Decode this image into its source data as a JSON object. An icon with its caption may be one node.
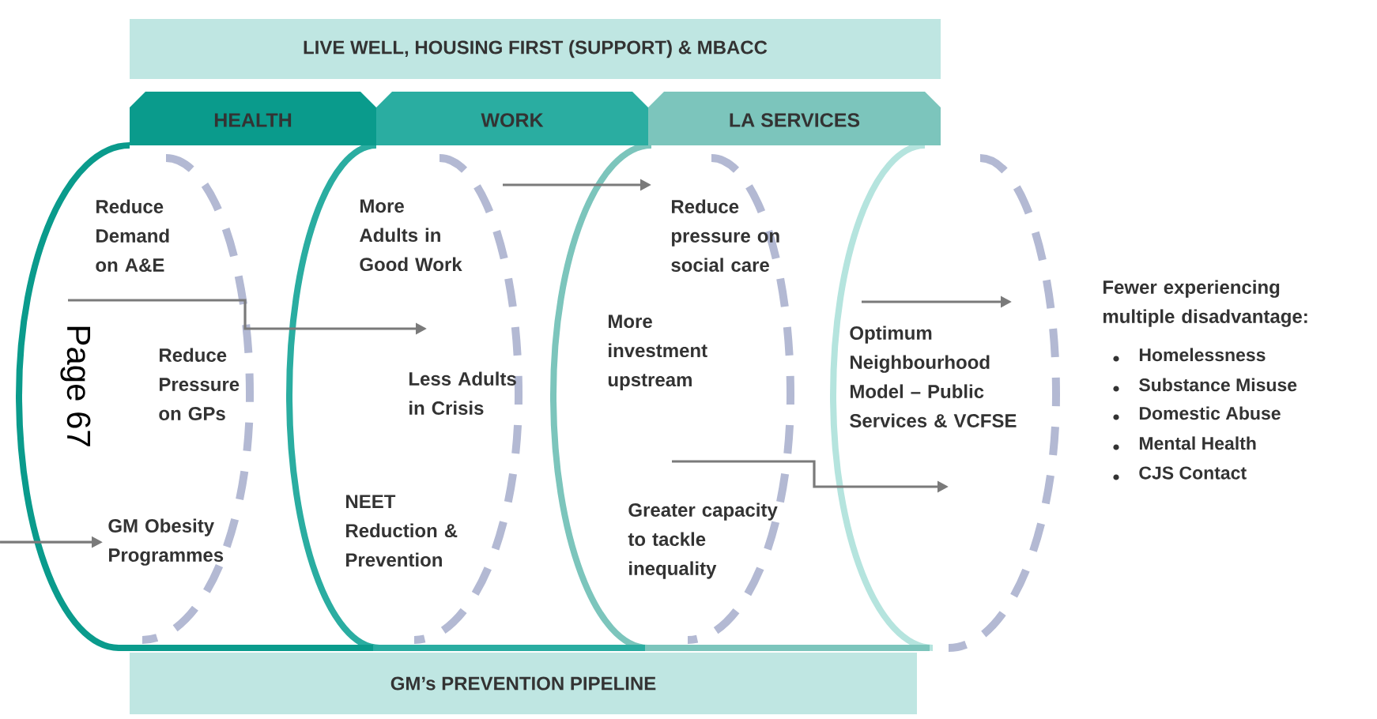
{
  "diagram": {
    "nodes": [
      {
        "text": [
          "LIVE WELL, HOUSING FIRST (SUPPORT) & MBACC"
        ]
      },
      {
        "text": [
          "HEALTH"
        ]
      },
      {
        "text": [
          "WORK"
        ]
      },
      {
        "text": [
          "LA SERVICES"
        ]
      },
      {
        "text": [
          "GM’s PREVENTION PIPELINE"
        ]
      },
      {
        "text": [
          "GM Obesity Programmes"
        ]
      }
    ],
    "edges": [
      {
        "from": null,
        "to": 5,
        "arrow": "to"
      }
    ],
    "labels": [
      "Reduce Demand on A&E",
      "More Adults in Good Work",
      "Reduce pressure on social care",
      "More investment upstream",
      "Reduce Pressure on GPs",
      "Optimum Neighbourhood Model – Public Services & VCFSE",
      "Fewer experiencing multiple disadvantage:",
      "Homelessness",
      "Substance Misuse",
      "Domestic Abuse",
      "Mental Health",
      "CJS Contact",
      "Less Adults in Crisis",
      "NEET Reduction & Prevention",
      "Greater capacity to tackle inequality",
      "Page 67"
    ]
  }
}
